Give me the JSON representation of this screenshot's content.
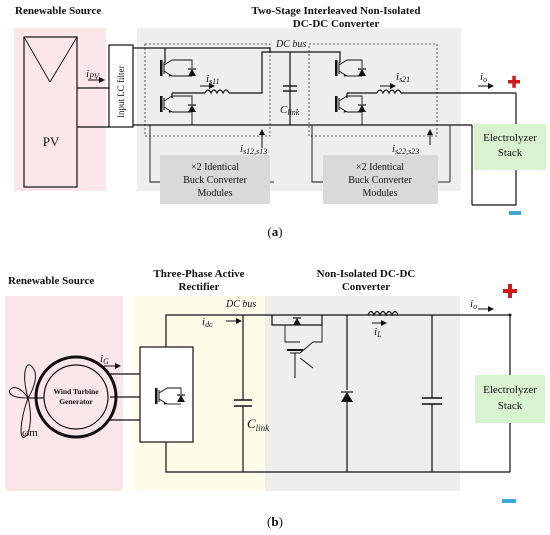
{
  "colors": {
    "pink": "#fbe6ea",
    "gray": "#eeeeee",
    "green": "#d9f2d0",
    "yellow": "#fffbe9",
    "plus": "#cc1b1b",
    "minus": "#3fa7d9"
  },
  "a": {
    "source_title": "Renewable Source",
    "pv_label": "PV",
    "converter_title_1": "Two-Stage Interleaved Non-Isolated",
    "converter_title_2": "DC-DC Converter",
    "dc_bus": "DC bus",
    "lc_filter": "Input LC filter",
    "i_pv": "i",
    "i_pv_sub": "PV",
    "c_link": "C",
    "c_link_sub": "link",
    "is11": "i",
    "is11_sub": "s11",
    "is21": "i",
    "is21_sub": "s21",
    "is1213": "i",
    "is1213_sub": "s12,s13",
    "is2223": "i",
    "is2223_sub": "s22,s23",
    "io": "i",
    "io_sub": "o",
    "module_1": "×2 Identical",
    "module_2": "Buck Converter",
    "module_3": "Modules",
    "electrolyzer_1": "Electrolyzer",
    "electrolyzer_2": "Stack",
    "caption": "(a)"
  },
  "b": {
    "source_title": "Renewable Source",
    "rectifier_title_1": "Three-Phase Active",
    "rectifier_title_2": "Rectifier",
    "converter_title_1": "Non-Isolated DC-DC",
    "converter_title_2": "Converter",
    "dc_bus": "DC bus",
    "i_dc": "i",
    "i_dc_sub": "dc",
    "i_g": "i",
    "i_g_sub": "G",
    "i_l": "i",
    "i_l_sub": "L",
    "io": "i",
    "io_sub": "o",
    "c_link": "C",
    "c_link_sub": "link",
    "generator_1": "Wind Turbine",
    "generator_2": "Generator",
    "omega": "ωm",
    "electrolyzer_1": "Electrolyzer",
    "electrolyzer_2": "Stack",
    "caption": "(b)"
  }
}
